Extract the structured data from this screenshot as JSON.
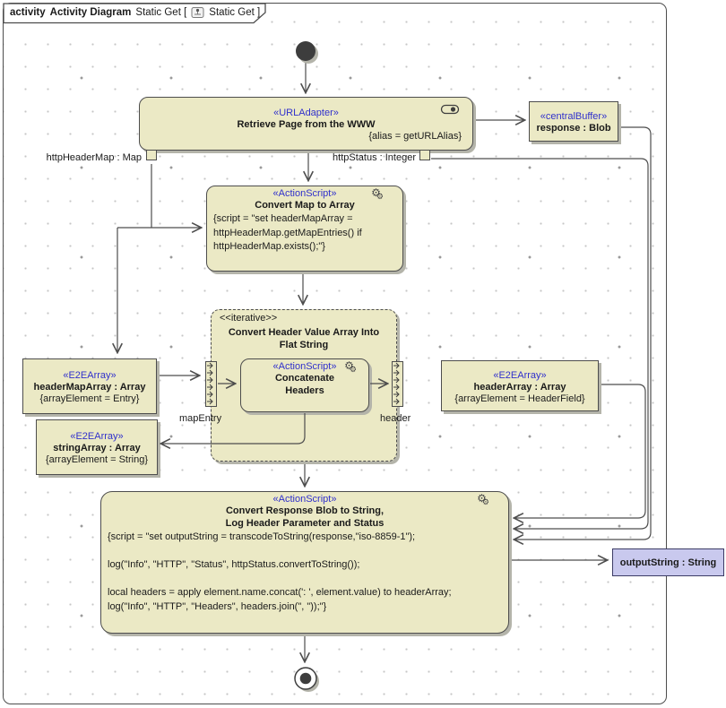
{
  "frame": {
    "keyword": "activity",
    "diagram_name": "Activity Diagram",
    "context_pre": "Static Get [",
    "context_post": "Static Get ]"
  },
  "colors": {
    "node_fill": "#ebe9c5",
    "stereotype_blue": "#3030cc",
    "selected_fill": "#c9c9ee",
    "line": "#4d4d4d",
    "shadow": "#b4b4aa"
  },
  "icons": {
    "gear": "⚙",
    "adapter": "adapter-pill-icon",
    "diagram": "activity-diagram-icon"
  },
  "nodes": {
    "url_adapter": {
      "stereotype": "«URLAdapter»",
      "name": "Retrieve Page from the WWW",
      "tag": "{alias = getURLAlias}"
    },
    "response_buffer": {
      "stereotype": "«centralBuffer»",
      "name": "response : Blob"
    },
    "pins": {
      "http_header_map": "httpHeaderMap : Map",
      "http_status": "httpStatus : Integer"
    },
    "convert_map": {
      "stereotype": "«ActionScript»",
      "name": "Convert Map to Array",
      "script_lines": [
        "{script = \"set headerMapArray =",
        "httpHeaderMap.getMapEntries() if",
        "httpHeaderMap.exists();\"}"
      ]
    },
    "iterative": {
      "keyword": "<<iterative>>",
      "name_line1": "Convert Header Value Array Into",
      "name_line2": "Flat String"
    },
    "concatenate": {
      "stereotype": "«ActionScript»",
      "name_line1": "Concatenate",
      "name_line2": "Headers"
    },
    "header_map_array": {
      "stereotype": "«E2EArray»",
      "name": "headerMapArray : Array",
      "tag": "{arrayElement = Entry}"
    },
    "string_array": {
      "stereotype": "«E2EArray»",
      "name": "stringArray : Array",
      "tag": "{arrayElement = String}"
    },
    "header_array": {
      "stereotype": "«E2EArray»",
      "name": "headerArray : Array",
      "tag": "{arrayElement = HeaderField}"
    },
    "expansion_labels": {
      "map_entry": "mapEntry",
      "header": "header"
    },
    "convert_response": {
      "stereotype": "«ActionScript»",
      "title_line1": "Convert Response Blob to String,",
      "title_line2": "Log Header Parameter and Status",
      "script_lines": [
        "{script = \"set outputString = transcodeToString(response,\"iso-8859-1\");",
        "",
        "log(\"Info\", \"HTTP\", \"Status\", httpStatus.convertToString());",
        "",
        "local headers = apply element.name.concat(': ', element.value) to headerArray;",
        "log(\"Info\", \"HTTP\", \"Headers\", headers.join(\", \"));\"}"
      ]
    },
    "output_string": {
      "name": "outputString : String"
    }
  }
}
